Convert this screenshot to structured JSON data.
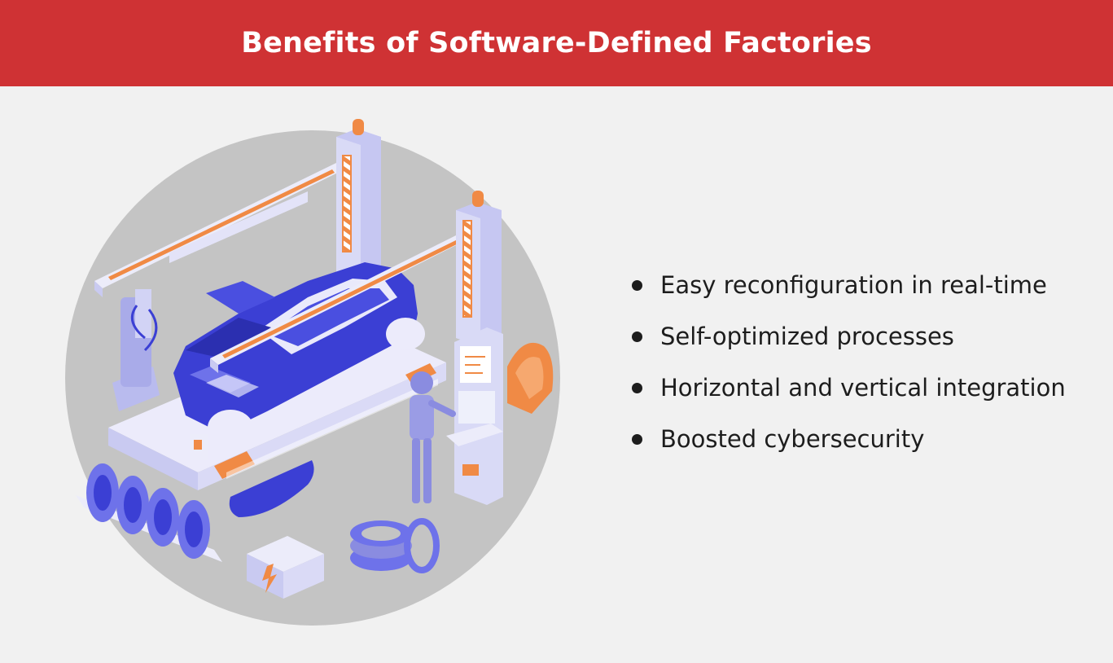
{
  "header": {
    "title": "Benefits of Software-Defined Factories"
  },
  "benefits": {
    "items": [
      {
        "label": "Easy reconfiguration in real-time"
      },
      {
        "label": "Self-optimized processes"
      },
      {
        "label": "Horizontal and vertical integration"
      },
      {
        "label": "Boosted cybersecurity"
      }
    ]
  },
  "illustration": {
    "icon": "factory-assembly-line-illustration"
  },
  "colors": {
    "banner": "#cf3234",
    "background": "#f1f1f1",
    "circle": "#c4c4c4",
    "car": "#3b3fd4",
    "machine": "#b9bbee",
    "accent": "#f08a45"
  }
}
